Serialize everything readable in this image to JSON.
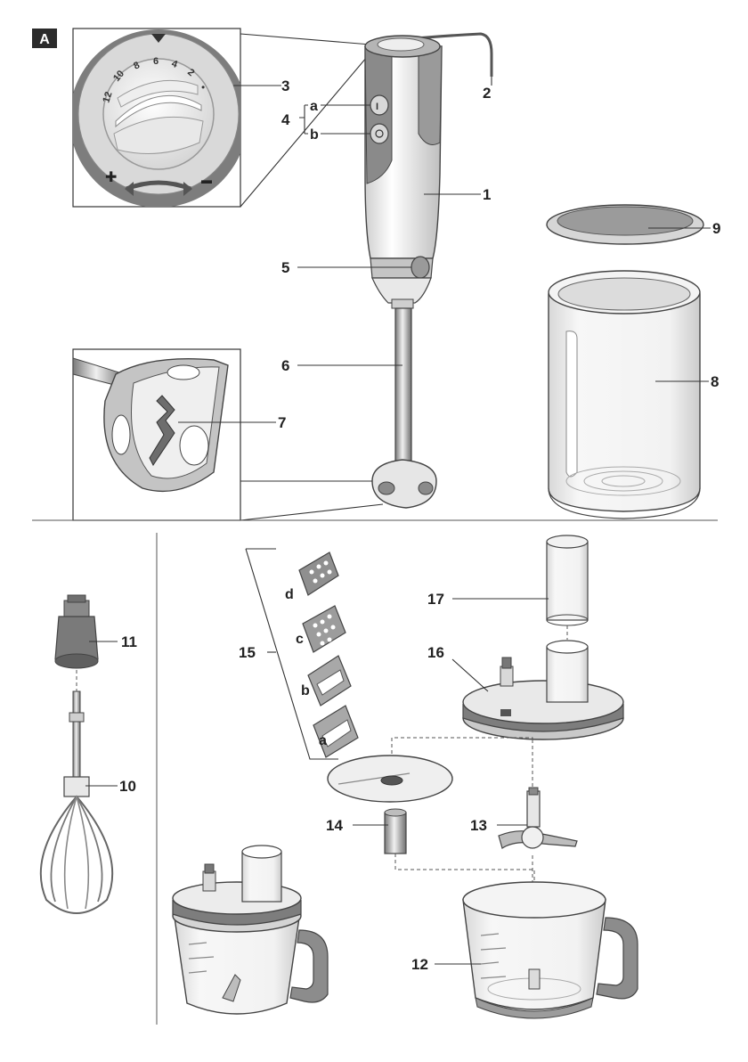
{
  "panel": {
    "badge": "A"
  },
  "dial": {
    "scale": [
      "12",
      "10",
      "8",
      "6",
      "4",
      "2",
      "•"
    ],
    "plus": "✚",
    "minus": "▬"
  },
  "callouts": {
    "c1": "1",
    "c2": "2",
    "c3": "3",
    "c4": "4",
    "c4a": "a",
    "c4b": "b",
    "c5": "5",
    "c6": "6",
    "c7": "7",
    "c8": "8",
    "c9": "9",
    "c10": "10",
    "c11": "11",
    "c12": "12",
    "c13": "13",
    "c14": "14",
    "c15": "15",
    "c15a": "a",
    "c15b": "b",
    "c15c": "c",
    "c15d": "d",
    "c16": "16",
    "c17": "17"
  },
  "colors": {
    "body_dark": "#8a8a8a",
    "body_light": "#f3f3f3",
    "line": "#333333",
    "glass": "#eaeaea"
  }
}
